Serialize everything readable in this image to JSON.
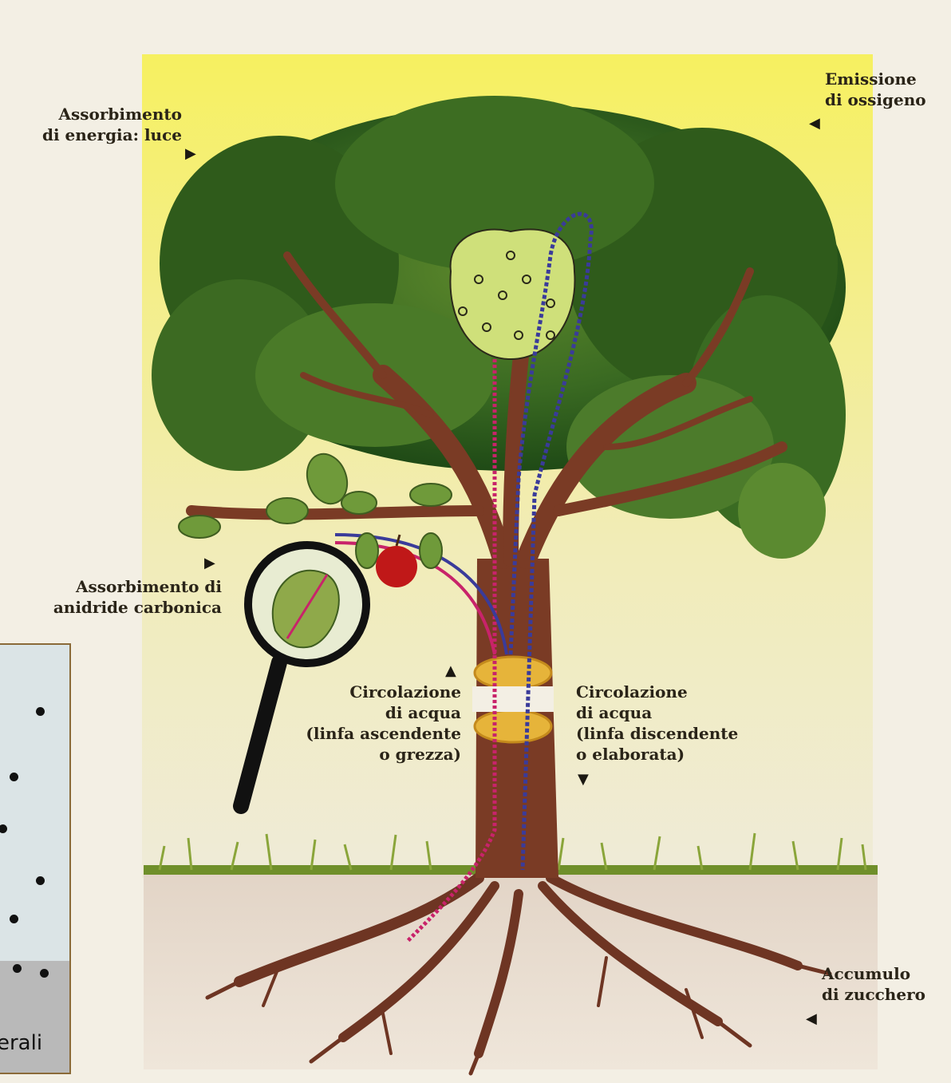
{
  "labels": {
    "light": "Assorbimento\ndi energia: luce",
    "oxygen": "Emissione\ndi ossigeno",
    "co2": "Assorbimento di\nanidride carbonica",
    "ascending": "Circolazione\ndi acqua\n(linfa ascendente\no grezza)",
    "descending": "Circolazione\ndi acqua\n(linfa discendente\no elaborata)",
    "sugar": "Accumulo\ndi zucchero"
  },
  "inset": {
    "fragment": "erali"
  },
  "colors": {
    "sky": "#f4ee6a",
    "foliage": "#2f5a1c",
    "bark": "#6e3523",
    "soil": "#dccdbf",
    "grass": "#8aa53a",
    "raw_sap": "#c8236a",
    "elaborated_sap": "#3a3b9a",
    "apple": "#c01818"
  }
}
